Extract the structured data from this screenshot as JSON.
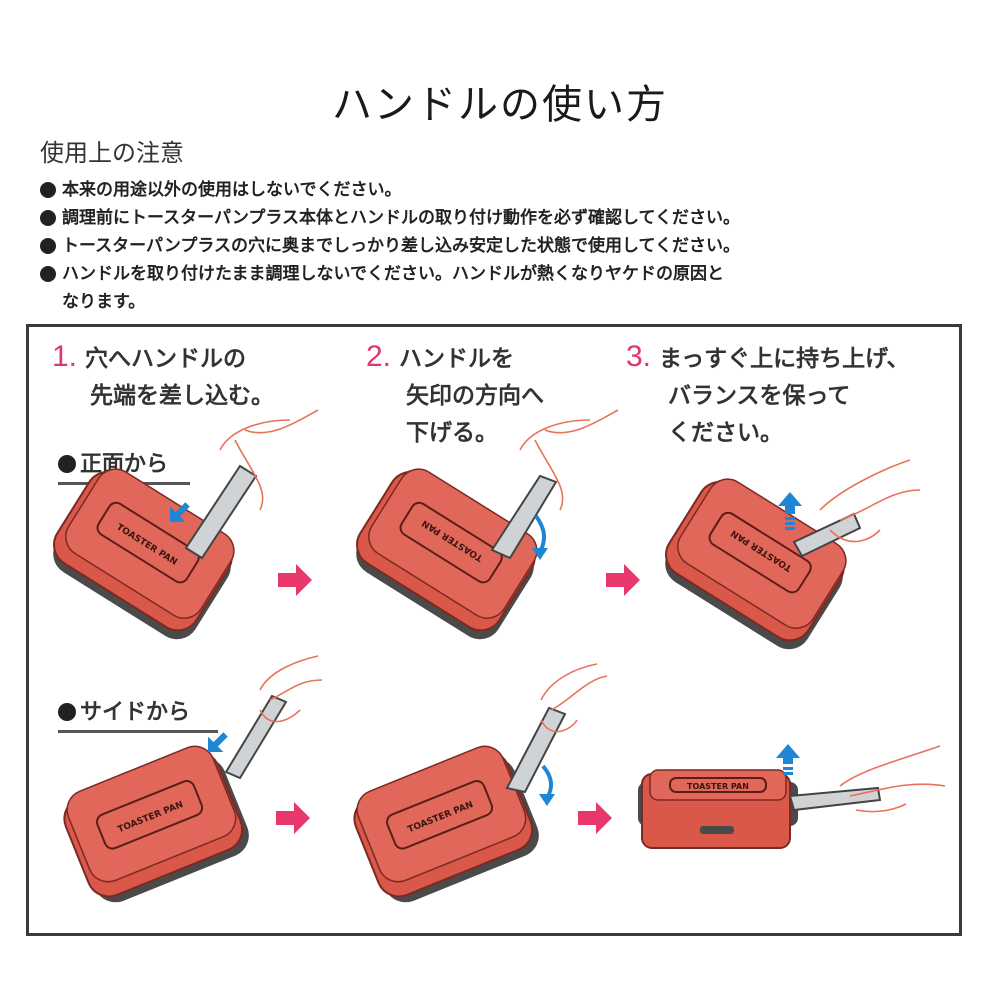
{
  "title": "ハンドルの使い方",
  "cautions": {
    "heading": "使用上の注意",
    "items": [
      "本来の用途以外の使用はしないでください。",
      "調理前にトースターパンプラス本体とハンドルの取り付け動作を必ず確認してください。",
      "トースターパンプラスの穴に奥までしっかり差し込み安定した状態で使用してください。",
      "ハンドルを取り付けたまま調理しないでください。ハンドルが熱くなりヤケドの原因と",
      "なります。"
    ]
  },
  "steps": [
    {
      "num": "1.",
      "lines": [
        "穴へハンドルの",
        "先端を差し込む。"
      ]
    },
    {
      "num": "2.",
      "lines": [
        "ハンドルを",
        "矢印の方向へ",
        "下げる。"
      ]
    },
    {
      "num": "3.",
      "lines": [
        "まっすぐ上に持ち上げ、",
        "バランスを保って",
        "ください。"
      ]
    }
  ],
  "views": {
    "front": "正面から",
    "side": "サイドから"
  },
  "illustrations": {
    "pan_label": "TOASTER PAN",
    "icons": {
      "insert_arrow": "blue-diagonal-arrow-icon",
      "lower_arrow": "blue-curved-down-arrow-icon",
      "lift_arrow": "blue-up-arrow-icon",
      "next_arrow": "pink-right-arrow-icon"
    }
  },
  "colors": {
    "step_number": "#e0386b",
    "pan_body": "#d9584a",
    "pan_base": "#4a4a4a",
    "handle": "#cfd3d6",
    "hand_outline": "#e8735a",
    "blue_arrow": "#1f86d6",
    "pink_arrow": "#e8376a"
  }
}
